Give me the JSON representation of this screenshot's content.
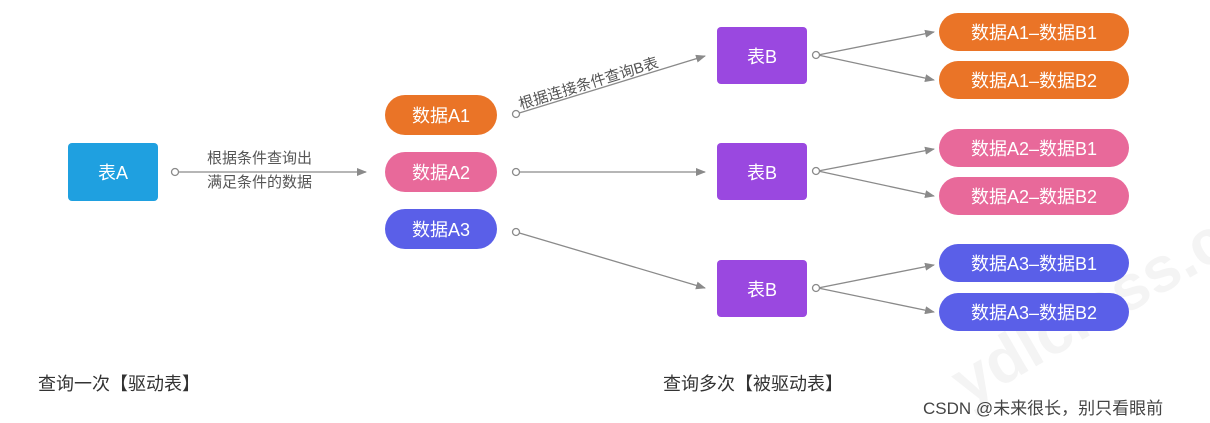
{
  "colors": {
    "table_a": "#1fa0e0",
    "table_b": "#9a48e0",
    "orange": "#ea7427",
    "pink": "#e8699a",
    "blue": "#5a5fe8",
    "arrow": "#8a8a8a"
  },
  "nodes": {
    "table_a": "表A",
    "row_a1": "数据A1",
    "row_a2": "数据A2",
    "row_a3": "数据A3",
    "table_b1": "表B",
    "table_b2": "表B",
    "table_b3": "表B",
    "res_a1b1": "数据A1–数据B1",
    "res_a1b2": "数据A1–数据B2",
    "res_a2b1": "数据A2–数据B1",
    "res_a2b2": "数据A2–数据B2",
    "res_a3b1": "数据A3–数据B1",
    "res_a3b2": "数据A3–数据B2"
  },
  "edge_labels": {
    "query_line1": "根据条件查询出",
    "query_line2": "满足条件的数据",
    "join": "根据连接条件查询B表"
  },
  "captions": {
    "left": "查询一次【驱动表】",
    "right": "查询多次【被驱动表】"
  },
  "watermark": "CSDN @未来很长，别只看眼前",
  "background_watermark": "ydlclass.com"
}
